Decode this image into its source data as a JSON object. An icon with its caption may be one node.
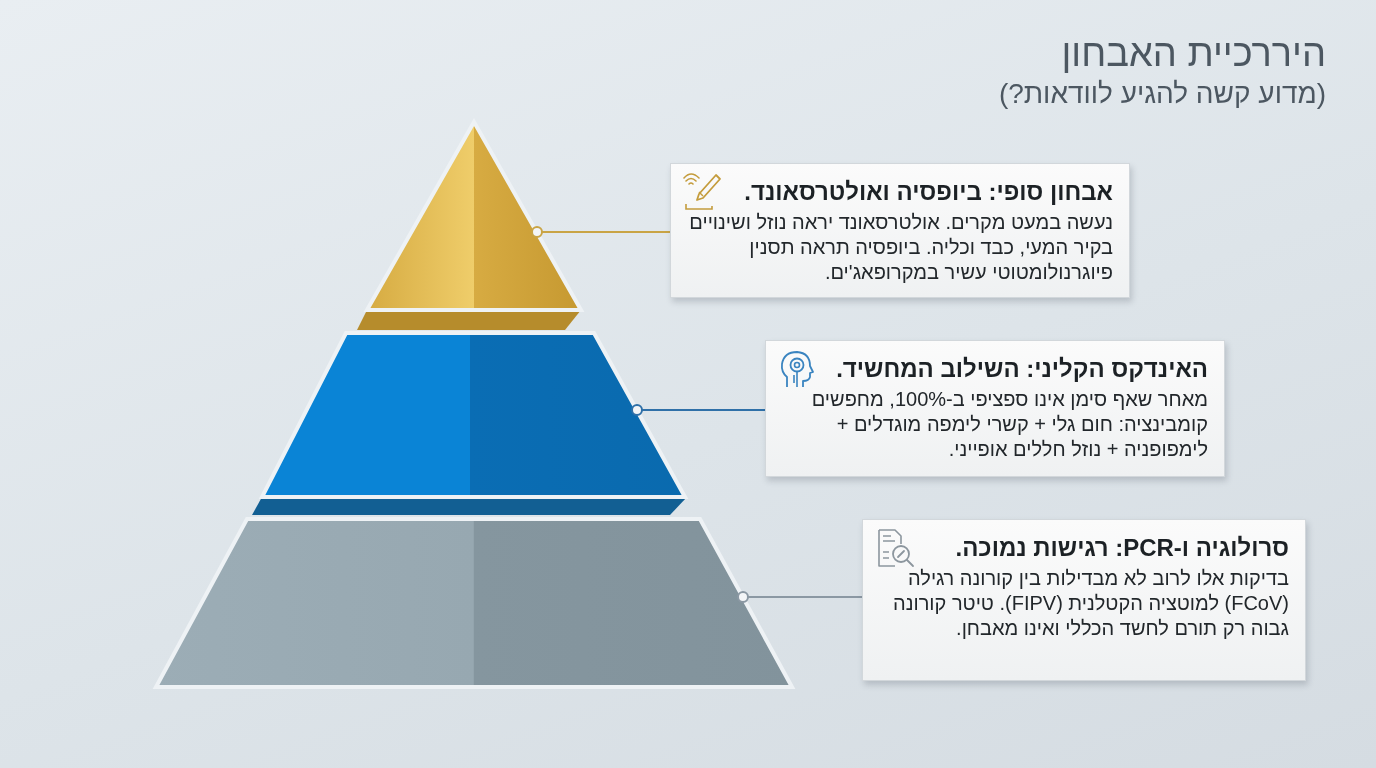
{
  "diagram": {
    "title": "היררכיית האבחון",
    "nodes": [
      {
        "text": [],
        "shape": "triangle"
      },
      {
        "text": [
          "אבחון סופי: ביופסיה ואולטרסאונד.",
          "נעשה במעט מקרים. אולטרסאונד יראה נוזל ושינויים בקיר המעי, כבד וכליה. ביופסיה תראה תסנין פיוגרנולומטוטי עשיר במקרופאג'ים."
        ]
      },
      {
        "text": [],
        "shape": "trapezoid"
      },
      {
        "text": [
          "האינדקס הקליני: השילוב המחשיד.",
          "מאחר שאף סימן אינו ספציפי ב-100%, מחפשים קומבינציה: חום גלי + קשרי לימפה מוגדלים + לימפופניה + נוזל חללים אופייני."
        ]
      },
      {
        "text": [],
        "shape": "trapezoid"
      },
      {
        "text": [
          "סרולוגיה ו-PCR: רגישות נמוכה.",
          "בדיקות אלו לרוב לא מבדילות בין קורונה רגילה (FCoV) למוטציה הקטלנית (FIPV). טיטר קורונה גבוה רק תורם לחשד הכללי ואינו מאבחן."
        ]
      }
    ],
    "edges": [
      {
        "from": 1,
        "to": 0,
        "arrow": "other",
        "color": "#c9a445"
      },
      {
        "from": 3,
        "to": 2,
        "arrow": "other",
        "color": "#2f70a8"
      },
      {
        "from": 5,
        "to": 4,
        "arrow": "other",
        "color": "#8b98a3"
      }
    ],
    "labels": [
      "(מדוע קשה להגיע לוודאות?)"
    ]
  }
}
